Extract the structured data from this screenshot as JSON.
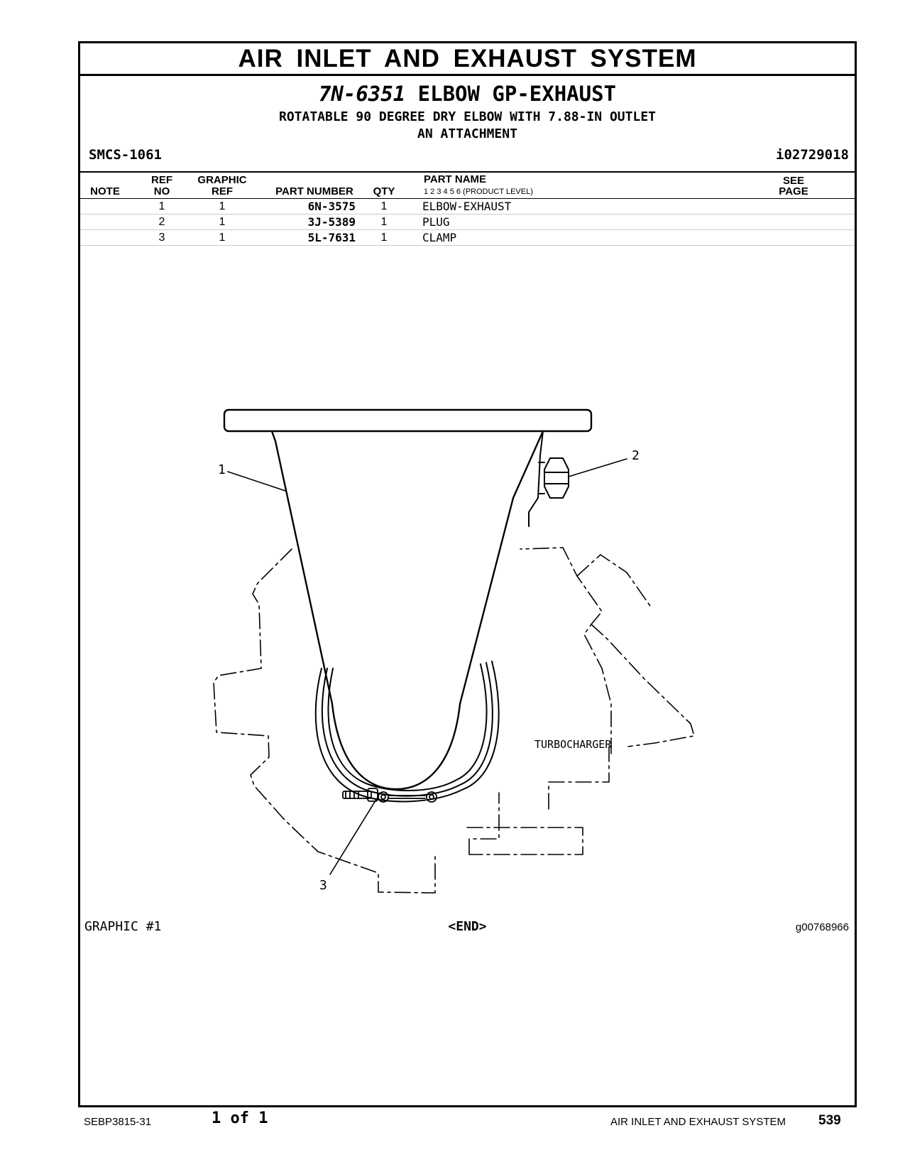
{
  "section_title": "AIR INLET AND EXHAUST SYSTEM",
  "group": {
    "part_number": "7N-6351",
    "name": "ELBOW GP-EXHAUST",
    "description_line1": "ROTATABLE 90 DEGREE DRY ELBOW WITH 7.88-IN OUTLET",
    "description_line2": "AN ATTACHMENT"
  },
  "smcs": "SMCS-1061",
  "doc_id": "i02729018",
  "table": {
    "headers": {
      "note": "NOTE",
      "ref_no_1": "REF",
      "ref_no_2": "NO",
      "graphic_ref_1": "GRAPHIC",
      "graphic_ref_2": "REF",
      "part_number": "PART NUMBER",
      "qty": "QTY",
      "part_name": "PART NAME",
      "product_level": "1   2   3   4   5   6   (PRODUCT LEVEL)",
      "see_page_1": "SEE",
      "see_page_2": "PAGE"
    },
    "rows": [
      {
        "ref_no": "1",
        "graphic_ref": "1",
        "part_number": "6N-3575",
        "qty": "1",
        "part_name": "ELBOW-EXHAUST"
      },
      {
        "ref_no": "2",
        "graphic_ref": "1",
        "part_number": "3J-5389",
        "qty": "1",
        "part_name": "PLUG"
      },
      {
        "ref_no": "3",
        "graphic_ref": "1",
        "part_number": "5L-7631",
        "qty": "1",
        "part_name": "CLAMP"
      }
    ]
  },
  "illustration": {
    "callouts": [
      "1",
      "2",
      "3"
    ],
    "label_turbocharger": "TURBOCHARGER"
  },
  "graphic_label": "GRAPHIC #1",
  "end_marker": "<END>",
  "graphic_id": "g00768966",
  "footer": {
    "doc_code": "SEBP3815-31",
    "page_of": "1 of 1",
    "section": "AIR INLET AND EXHAUST SYSTEM",
    "page_number": "539"
  }
}
